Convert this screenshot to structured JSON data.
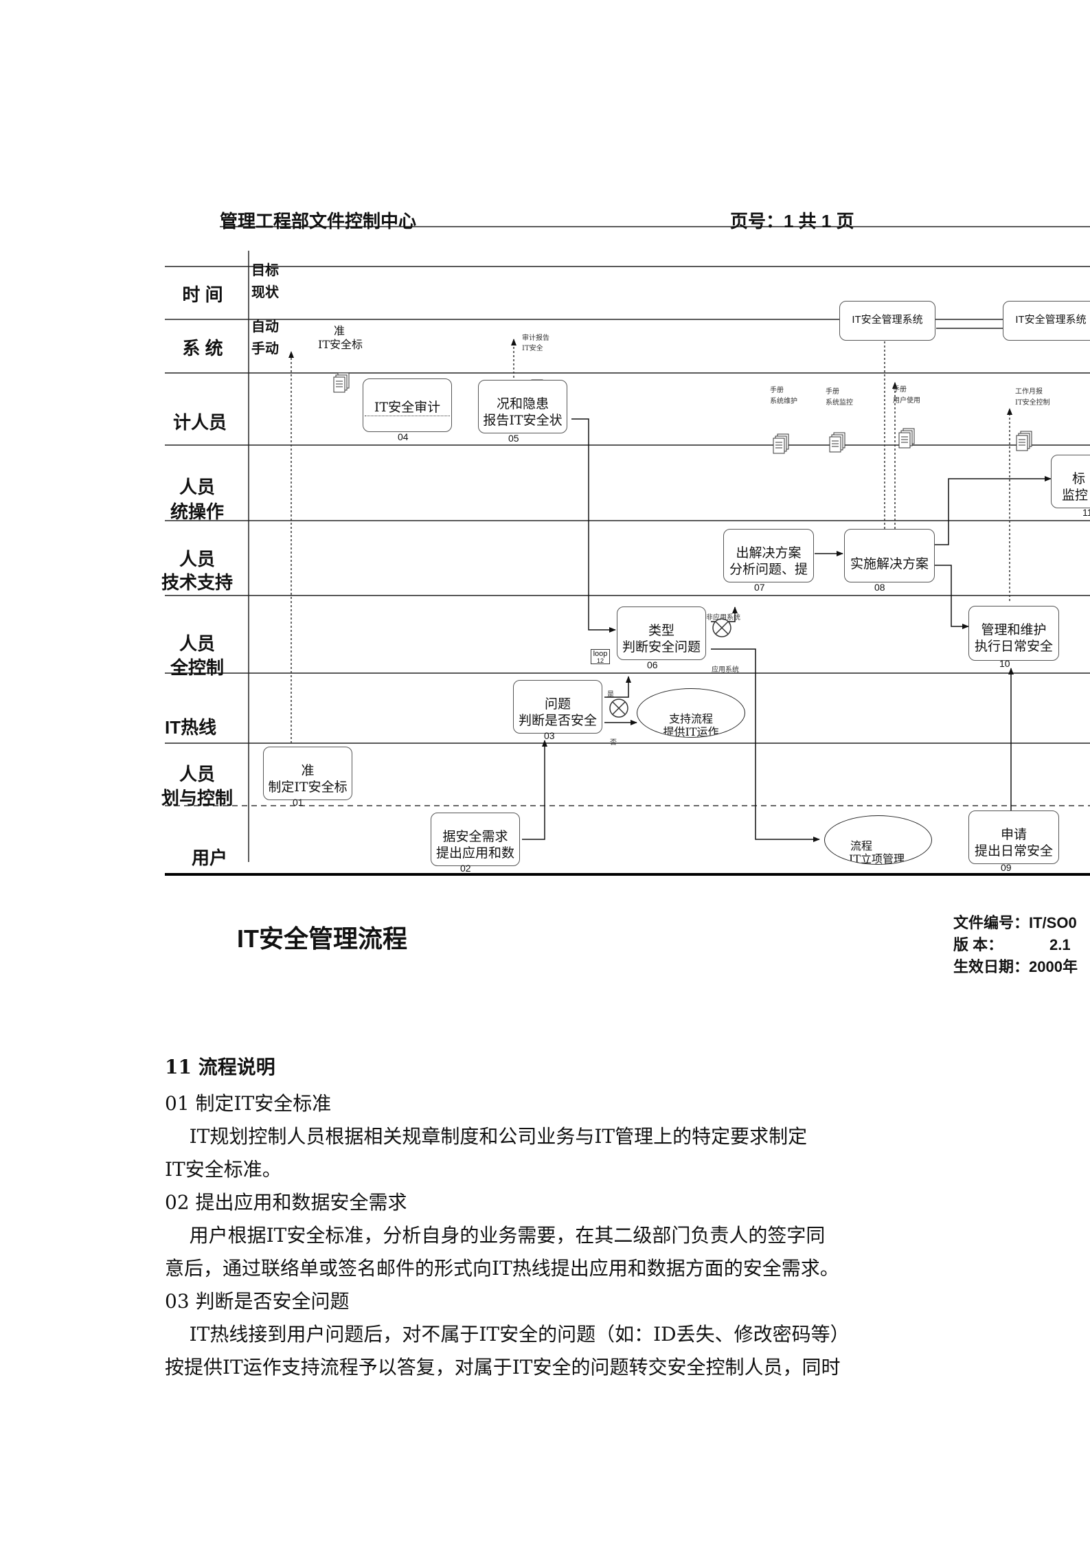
{
  "header": {
    "org": "管理工程部文件控制中心",
    "page": "页号：1   共  1  页"
  },
  "top_labels": {
    "target": "目标",
    "current": "现状",
    "auto": "自动",
    "manual": "手动"
  },
  "lanes": [
    [
      "时  间"
    ],
    [
      "系  统"
    ],
    [
      "计人员"
    ],
    [
      "人员",
      "统操作"
    ],
    [
      "人员",
      "技术支持"
    ],
    [
      "人员",
      "全控制"
    ],
    [
      "IT热线"
    ],
    [
      "人员",
      "划与控制"
    ],
    [
      "用户"
    ]
  ],
  "steps": {
    "s01": {
      "top": "准",
      "bottom": "制定IT安全标",
      "num": "01"
    },
    "s02": {
      "top": "据安全需求",
      "bottom": "提出应用和数",
      "num": "02"
    },
    "s03": {
      "top": "问题",
      "bottom": "判断是否安全",
      "num": "03"
    },
    "s04": {
      "top": "IT安全审计",
      "bottom": "",
      "num": "04"
    },
    "s05": {
      "top": "况和隐患",
      "bottom": "报告IT安全状",
      "num": "05"
    },
    "s06": {
      "top": "类型",
      "bottom": "判断安全问题",
      "num": "06"
    },
    "s07": {
      "top": "出解决方案",
      "bottom": "分析问题、提",
      "num": "07"
    },
    "s08": {
      "top": "实施解决方案",
      "bottom": "",
      "num": "08"
    },
    "s09": {
      "top": "申请",
      "bottom": "提出日常安全",
      "num": "09"
    },
    "s10": {
      "top": "管理和维护",
      "bottom": "执行日常安全",
      "num": "10"
    },
    "s11": {
      "top": "标",
      "bottom": "监控",
      "num": "11"
    }
  },
  "system_boxes": [
    "IT安全管理系统",
    "IT安全管理系统"
  ],
  "ovals": {
    "support": {
      "l1": "支持流程",
      "l2": "提供IT运作"
    },
    "project": {
      "l1": "流程",
      "l2": "IT立项管理"
    }
  },
  "annotations": {
    "std": [
      "准",
      "IT安全标"
    ],
    "audit_report": [
      "审计报告",
      "IT安全"
    ],
    "manual_maint": [
      "手册",
      "系统维护"
    ],
    "manual_monitor": [
      "手册",
      "系统监控"
    ],
    "manual_user": [
      "手册",
      "用户使用"
    ],
    "monthly": [
      "工作月报",
      "IT安全控制"
    ],
    "non_app": "非应用系统",
    "app": "应用系统",
    "yes": "是",
    "no": "否",
    "loop": "loop",
    "loop_num": "12"
  },
  "doc_title": "IT安全管理流程",
  "doc_meta": {
    "code": "文件编号：IT/SO0",
    "version_label": "版      本：",
    "version": "2.1",
    "date": "生效日期：2000年"
  },
  "body": {
    "section": "11    流程说明",
    "items": [
      {
        "heading": "01    制定IT安全标准",
        "lines": [
          "    IT规划控制人员根据相关规章制度和公司业务与IT管理上的特定要求制定",
          "IT安全标准。"
        ]
      },
      {
        "heading": "02    提出应用和数据安全需求",
        "lines": [
          "    用户根据IT安全标准，分析自身的业务需要，在其二级部门负责人的签字同",
          "意后，通过联络单或签名邮件的形式向IT热线提出应用和数据方面的安全需求。"
        ]
      },
      {
        "heading": "03    判断是否安全问题",
        "lines": [
          "    IT热线接到用户问题后，对不属于IT安全的问题（如：ID丢失、修改密码等）",
          "按提供IT运作支持流程予以答复，对属于IT安全的问题转交安全控制人员，同时"
        ]
      }
    ]
  }
}
